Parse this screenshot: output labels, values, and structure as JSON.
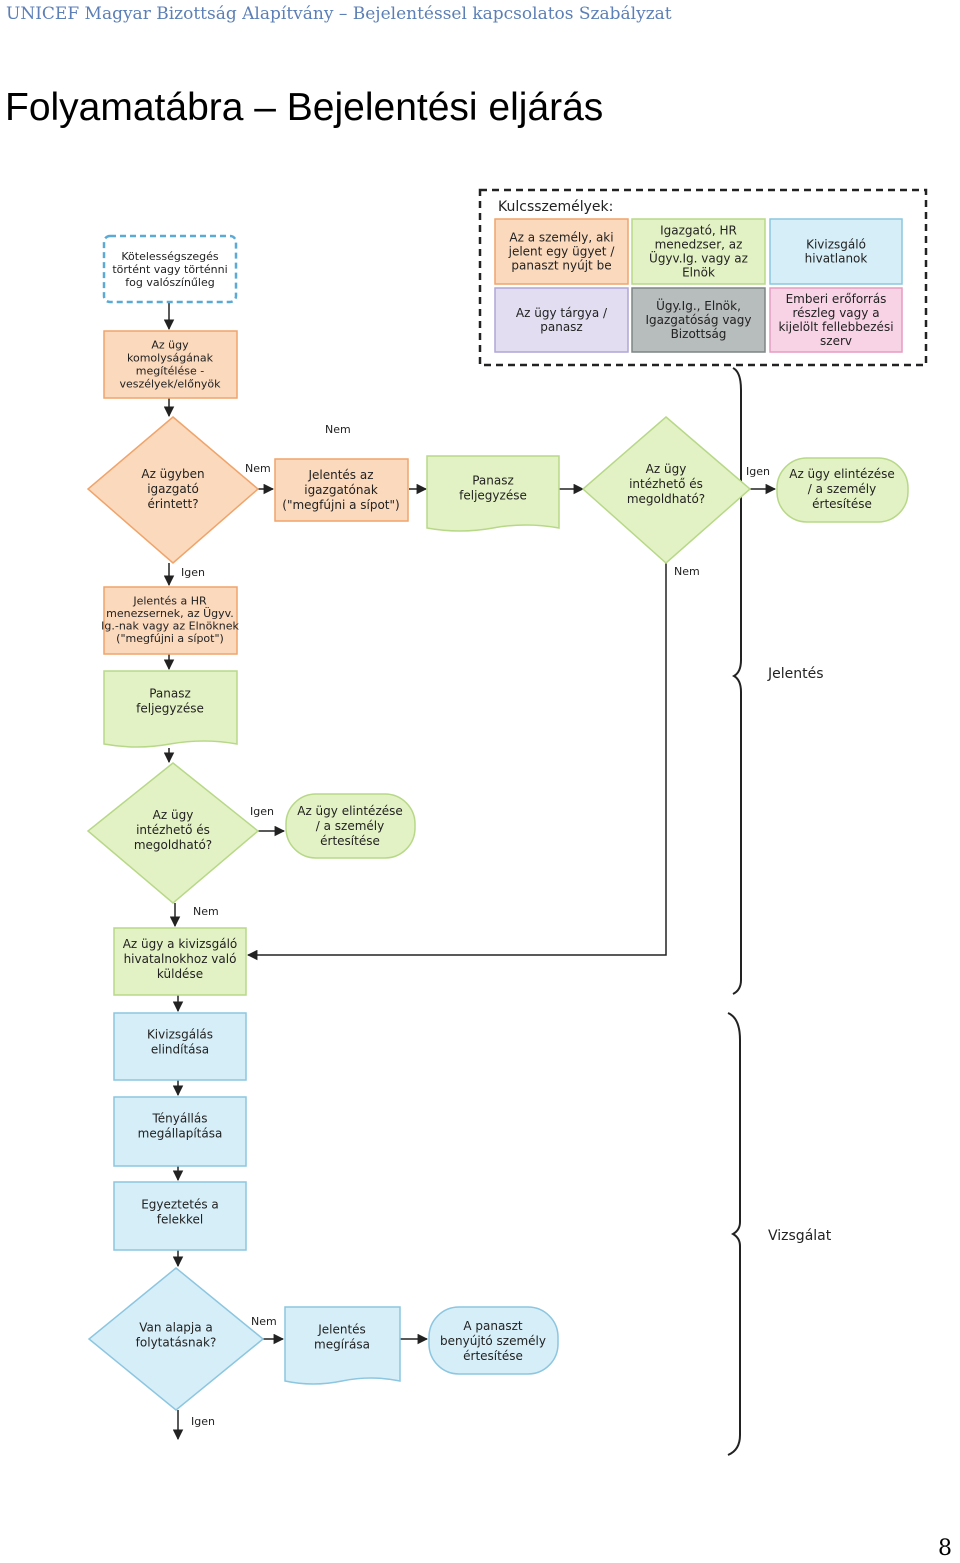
{
  "header": {
    "running_title": "UNICEF Magyar Bizottság Alapítvány – Bejelentéssel kapcsolatos Szabályzat"
  },
  "page": {
    "title": "Folyamatábra – Bejelentési eljárás",
    "number": "8"
  },
  "colors": {
    "orange_fill": "#fbd9bd",
    "orange_stroke": "#f0a46a",
    "green_fill": "#e3f2c4",
    "green_stroke": "#b7d888",
    "blue_fill": "#d6eef8",
    "blue_stroke": "#8cc6e0",
    "gray_fill": "#b7bcbc",
    "gray_stroke": "#7e8585",
    "pink_fill": "#f8d3e6",
    "pink_stroke": "#e59cc1",
    "lavender_fill": "#e2ddf1",
    "lavender_stroke": "#b0a6d6",
    "start_stroke": "#5aa9d6",
    "arrow": "#222222"
  },
  "legend": {
    "title": "Kulcsszemélyek:",
    "items": [
      {
        "lines": [
          "Az a személy, aki",
          "jelent egy ügyet /",
          "panaszt nyújt be"
        ],
        "color": "orange"
      },
      {
        "lines": [
          "Igazgató, HR",
          "menedzser, az",
          "Ügyv.Ig. vagy az",
          "Elnök"
        ],
        "color": "green"
      },
      {
        "lines": [
          "Kivizsgáló",
          "hivatlanok"
        ],
        "color": "blue"
      },
      {
        "lines": [
          "Az ügy tárgya /",
          "panasz"
        ],
        "color": "lavender"
      },
      {
        "lines": [
          "Ügy.Ig., Elnök,",
          "Igazgatóság vagy",
          "Bizottság"
        ],
        "color": "gray"
      },
      {
        "lines": [
          "Emberi erőforrás",
          "részleg vagy a",
          "kijelölt fellebbezési",
          "szerv"
        ],
        "color": "pink"
      }
    ]
  },
  "nodes": {
    "start": [
      "Kötelességszegés",
      "történt vagy történni",
      "fog valószínűleg"
    ],
    "assess": [
      "Az ügy",
      "komolyságának",
      "megítélése -",
      "veszélyek/előnyök"
    ],
    "d_director": [
      "Az ügyben",
      "igazgató",
      "érintett?"
    ],
    "report_director": [
      "Jelentés az",
      "igazgatónak",
      "(\"megfújni a sípot\")"
    ],
    "record_top": [
      "Panasz",
      "feljegyzése"
    ],
    "d_solvable_top": [
      "Az ügy",
      "intézhető és",
      "megoldható?"
    ],
    "resolve_top": [
      "Az ügy elintézése",
      "/ a személy",
      "értesítése"
    ],
    "report_hr": [
      "Jelentés a HR",
      "menezsernek, az Ügyv.",
      "Ig.-nak vagy az Elnöknek",
      "(\"megfújni a sípot\")"
    ],
    "record_left": [
      "Panasz",
      "feljegyzése"
    ],
    "d_solvable_left": [
      "Az ügy",
      "intézhető és",
      "megoldható?"
    ],
    "resolve_left": [
      "Az ügy elintézése",
      "/ a személy",
      "értesítése"
    ],
    "send_investigators": [
      "Az ügy a kivizsgáló",
      "hivatalnokhoz való",
      "küldése"
    ],
    "start_investigation": [
      "Kivizsgálás",
      "elindítása"
    ],
    "establish_facts": [
      "Tényállás",
      "megállapítása"
    ],
    "consult_parties": [
      "Egyeztetés a",
      "felekkel"
    ],
    "d_basis": [
      "Van alapja a",
      "folytatásnak?"
    ],
    "write_report": [
      "Jelentés",
      "megírása"
    ],
    "notify_complainant": [
      "A panaszt",
      "benyújtó személy",
      "értesítése"
    ]
  },
  "edge_labels": {
    "nem_top": "Nem",
    "nem_director": "Nem",
    "igen_director": "Igen",
    "igen_top": "Igen",
    "nem_solvable_top": "Nem",
    "igen_left": "Igen",
    "nem_left": "Nem",
    "nem_basis": "Nem",
    "igen_basis": "Igen"
  },
  "phases": {
    "report": "Jelentés",
    "investigation": "Vizsgálat"
  }
}
